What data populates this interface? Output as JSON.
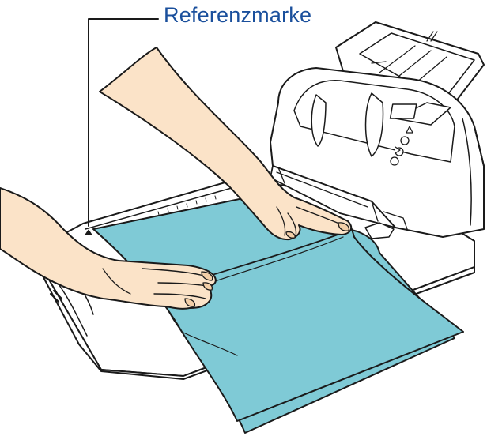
{
  "callout": {
    "label": "Referenzmarke",
    "color": "#1a4f9c"
  },
  "colors": {
    "document": "#7fcad6",
    "outline": "#1a1a1a",
    "device": "#ffffff",
    "skin": "#fbe3c8",
    "skin_shade": "#f3cfa8"
  },
  "icons": {
    "scanner": "scanner-illustration",
    "hands": "hands-illustration",
    "document": "document-sheets-illustration"
  }
}
